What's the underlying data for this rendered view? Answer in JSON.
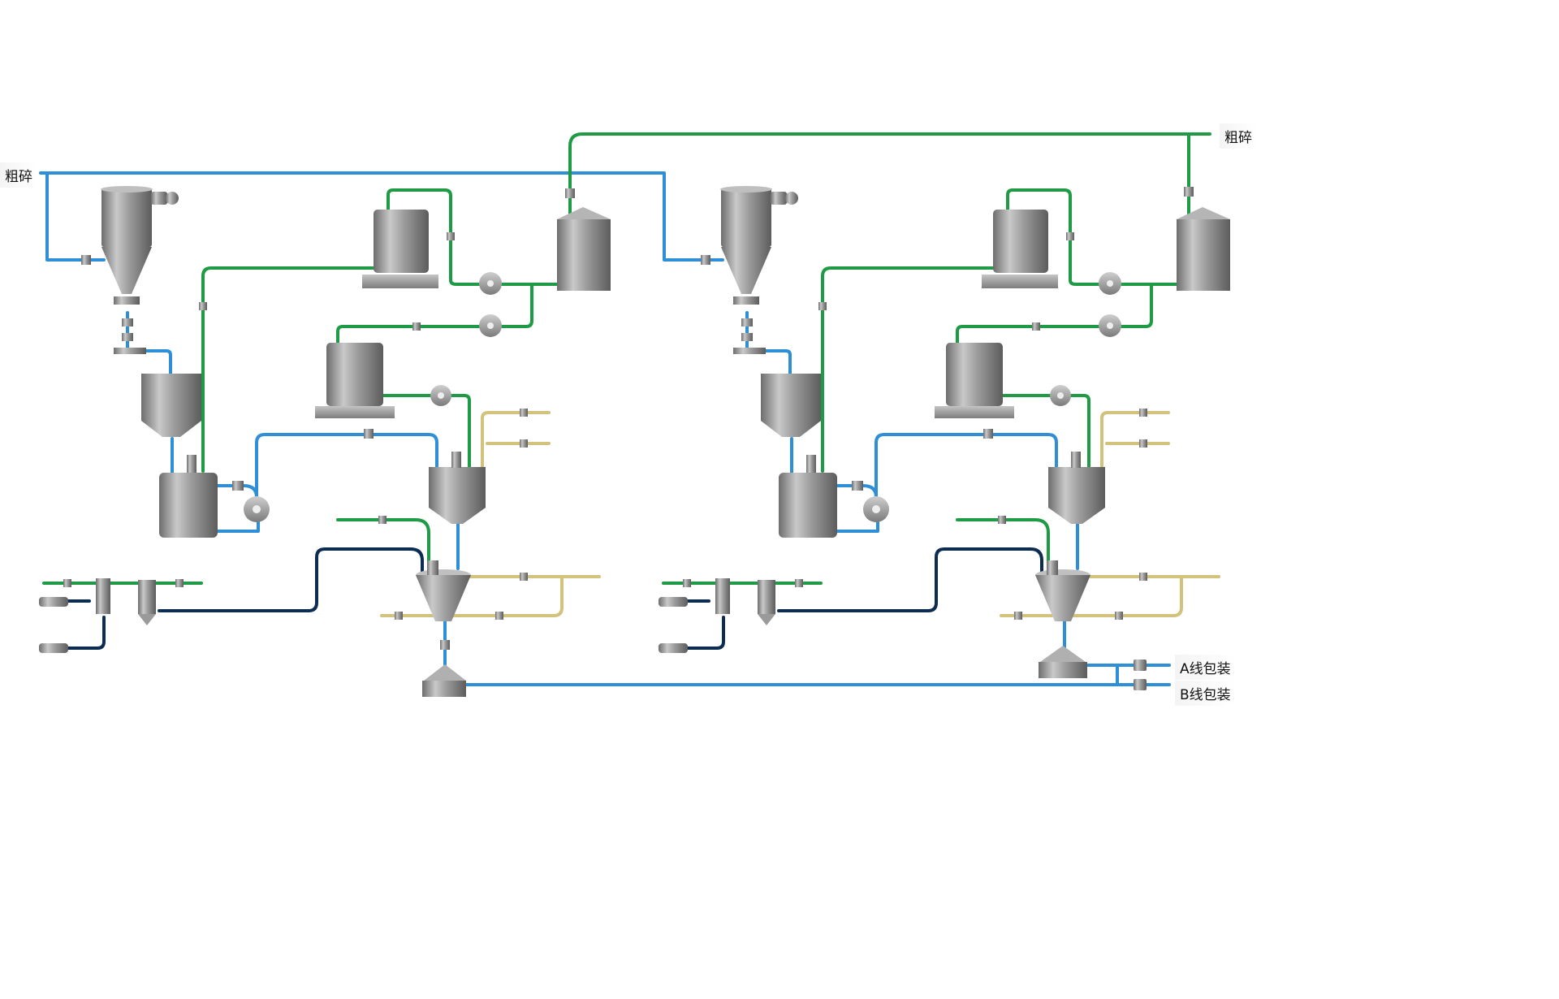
{
  "labels": {
    "crush_left": "粗碎",
    "crush_right": "粗碎",
    "line_a": "A线包装",
    "line_b": "B线包装"
  },
  "colors": {
    "pipe_blue": "#2f8fd6",
    "pipe_green": "#1f9a45",
    "pipe_darkblue": "#0d2c52",
    "pipe_gold": "#d2c27c",
    "steel": "#9a9a9a"
  }
}
